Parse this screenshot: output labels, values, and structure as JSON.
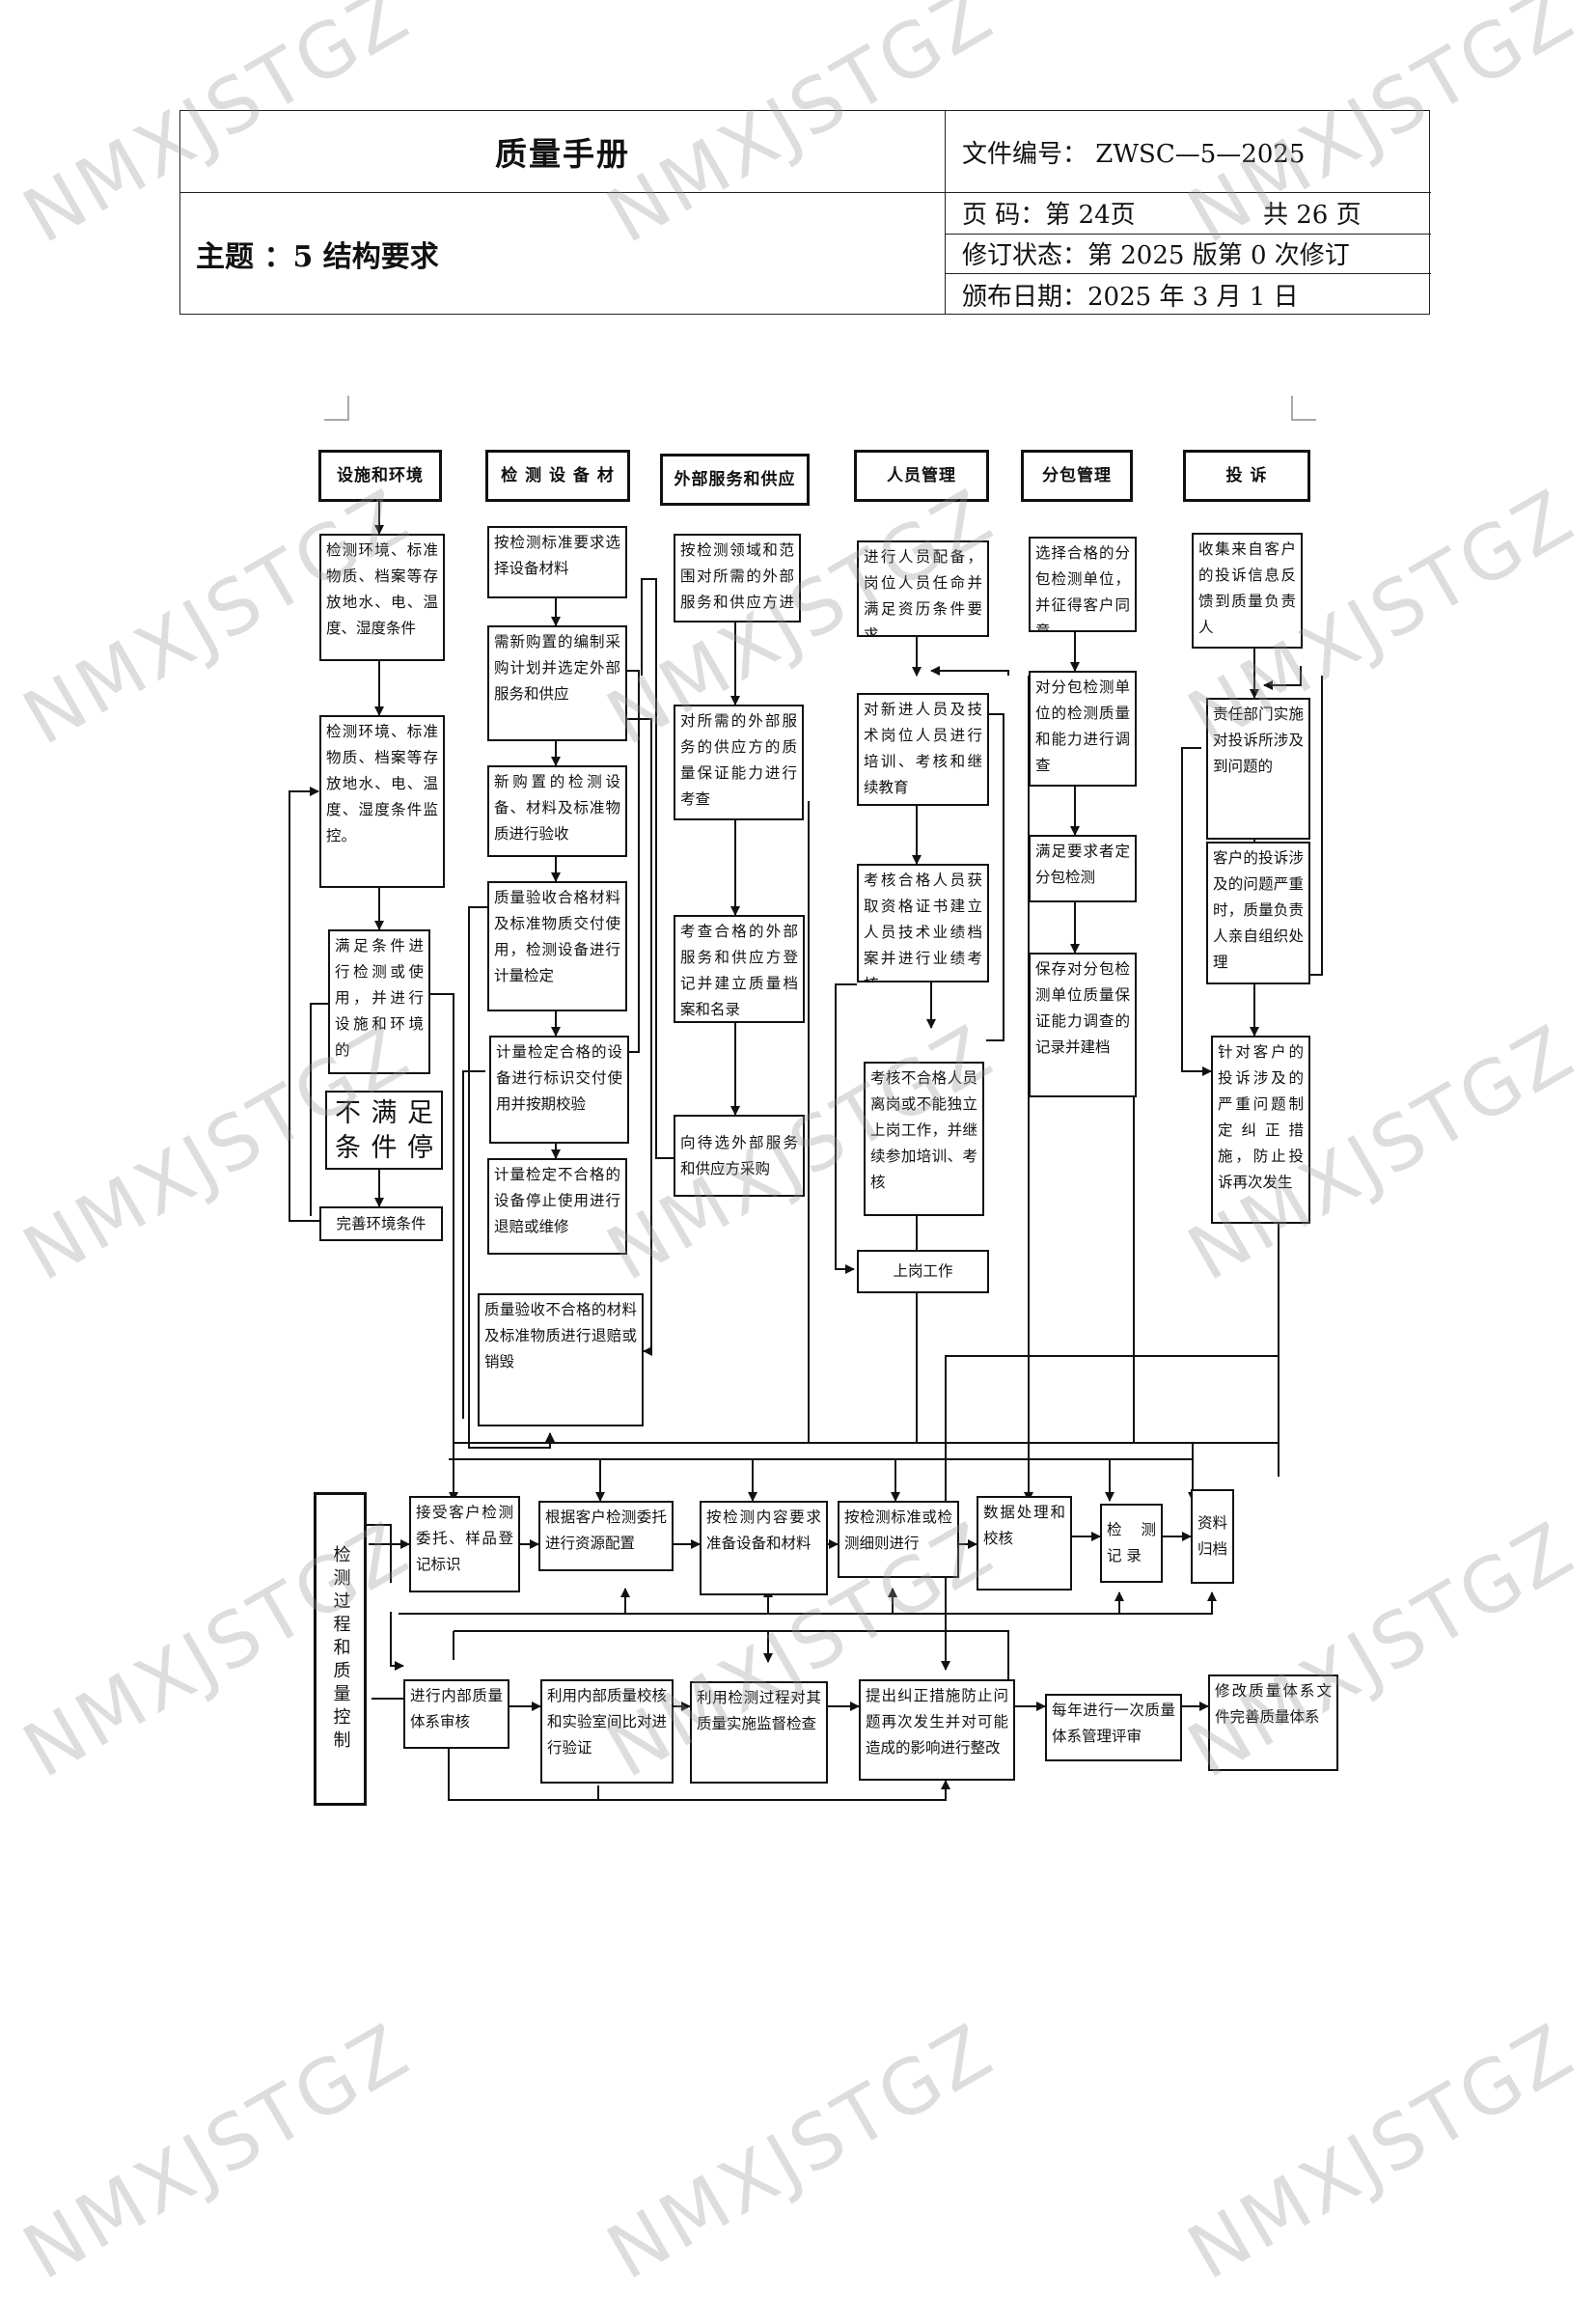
{
  "header": {
    "doc_title": "质量手册",
    "doc_number": "文件编号：  ZWSC—5—2025",
    "topic": "主题 ：5    结构要求",
    "page_label": "页        码：第 24页",
    "page_total": "共 26 页",
    "revision": "修订状态：第 2025 版第 0 次修订",
    "issue_date": "颁布日期：2025 年 3 月 1 日"
  },
  "watermark": "NMXJSTGZ",
  "flow": {
    "h1": "设施和环境",
    "h2": "检 测 设 备 材",
    "h3": "外部服务和供应",
    "h4": "人员管理",
    "h5": "分包管理",
    "h6": "投    诉",
    "c1a": "检测环境、标准物质、档案等存放地水、电、温度、湿度条件",
    "c1b": "检测环境、标准物质、档案等存放地水、电、温度、湿度条件监控。",
    "c1c": "满足条件进行检测或使用，并进行设施和环境的",
    "c1d": "不满足条件停止检",
    "c1e": "完善环境条件",
    "c2a": "按检测标准要求选择设备材料",
    "c2b": "需新购置的编制采购计划并选定外部服务和供应",
    "c2c": "新购置的检测设备、材料及标准物质进行验收",
    "c2d": "质量验收合格材料及标准物质交付使用，检测设备进行计量检定",
    "c2e": "计量检定合格的设备进行标识交付使用并按期校验",
    "c2f": "计量检定不合格的设备停止使用进行退赔或维修",
    "c2g": "质量验收不合格的材料及标准物质进行退赔或销毁",
    "c3a": "按检测领域和范围对所需的外部服务和供应方进行评价",
    "c3b": "对所需的外部服务的供应方的质量保证能力进行考查",
    "c3c": "考查合格的外部服务和供应方登记并建立质量档案和名录",
    "c3d": "向待选外部服务和供应方采购",
    "c4a": "进行人员配备，岗位人员任命并满足资历条件要求",
    "c4b": "对新进人员及技术岗位人员进行培训、考核和继续教育",
    "c4c": "考核合格人员获取资格证书建立人员技术业绩档案并进行业绩考核",
    "c4d": "考核不合格人员离岗或不能独立上岗工作，并继续参加培训、考核",
    "c4e": "上岗工作",
    "c5a": "选择合格的分包检测单位，并征得客户同意",
    "c5b": "对分包检测单位的检测质量和能力进行调查",
    "c5c": "满足要求者定分包检测",
    "c5d": "保存对分包检测单位质量保证能力调查的记录并建档",
    "c6a": "收集来自客户的投诉信息反馈到质量负责人",
    "c6b": "责任部门实施对投诉所涉及到问题的",
    "c6c": "客户的投诉涉及的问题严重时，质量负责人亲自组织处理",
    "c6d": "针对客户的投诉涉及的严重问题制定纠正措施，防止投诉再次发生",
    "p0": "检测过程和质量控制",
    "p1": "接受客户检测委托、样品登记标识",
    "p2": "根据客户检测委托进行资源配置",
    "p3": "按检测内容要求准备设备和材料",
    "p4": "按检测标准或检测细则进行",
    "p5": "数据处理和校核",
    "p6": "检 测 记 录",
    "p7": "资料归档",
    "q1": "进行内部质量体系审核",
    "q2": "利用内部质量校核和实验室间比对进行验证",
    "q3": "利用检测过程对其质量实施监督检查",
    "q4": "提出纠正措施防止问题再次发生并对可能造成的影响进行整改",
    "q5": "每年进行一次质量体系管理评审",
    "q6": "修改质量体系文件完善质量体系"
  }
}
